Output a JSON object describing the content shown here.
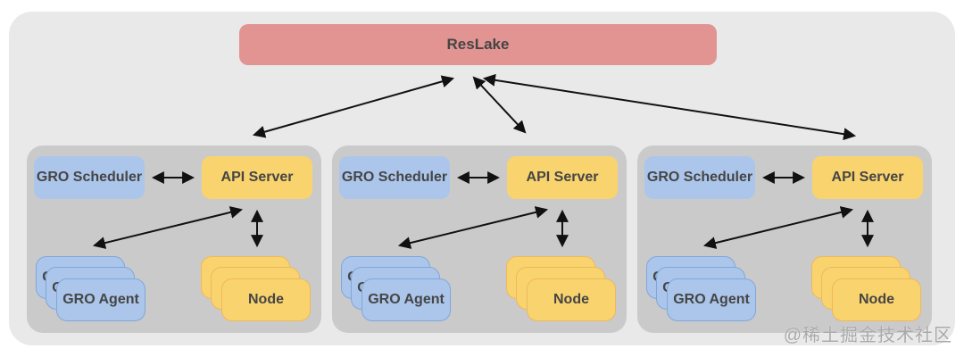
{
  "root_node": {
    "label": "ResLake"
  },
  "clusters": [
    {
      "scheduler_label": "GRO Scheduler",
      "api_server_label": "API Server",
      "agent_label": "GRO Agent",
      "node_label": "Node"
    },
    {
      "scheduler_label": "GRO Scheduler",
      "api_server_label": "API Server",
      "agent_label": "GRO Agent",
      "node_label": "Node"
    },
    {
      "scheduler_label": "GRO Scheduler",
      "api_server_label": "API Server",
      "agent_label": "GRO Agent",
      "node_label": "Node"
    }
  ],
  "watermark": {
    "text": "@稀土掘金技术社区"
  },
  "colors": {
    "canvas_bg": "#e9e9e9",
    "cluster_bg": "#cacaca",
    "root_fill": "#e29492",
    "blue_fill": "#abc6ea",
    "blue_border": "#7fa7db",
    "yellow_fill": "#f9d36e",
    "yellow_border": "#eeb85c",
    "arrow": "#111111",
    "text": "#454545",
    "watermark_text": "#a8a8a8"
  }
}
